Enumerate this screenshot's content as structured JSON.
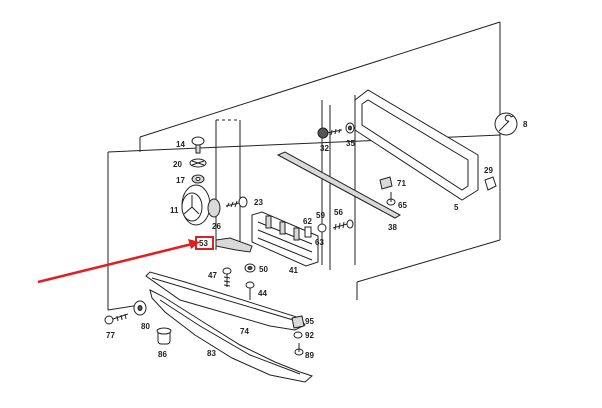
{
  "accent_color": "#e02020",
  "labels": {
    "l8": "8",
    "l14": "14",
    "l20": "20",
    "l17": "17",
    "l11": "11",
    "l26": "26",
    "l23": "23",
    "l32": "32",
    "l35": "35",
    "l71": "71",
    "l65": "65",
    "l29": "29",
    "l5": "5",
    "l38": "38",
    "l62": "62",
    "l59": "59",
    "l56": "56",
    "l63": "63",
    "l41": "41",
    "l53": "53",
    "l47": "47",
    "l50": "50",
    "l44": "44",
    "l77": "77",
    "l80": "80",
    "l74": "74",
    "l95": "95",
    "l92": "92",
    "l89": "89",
    "l86": "86",
    "l83": "83"
  }
}
